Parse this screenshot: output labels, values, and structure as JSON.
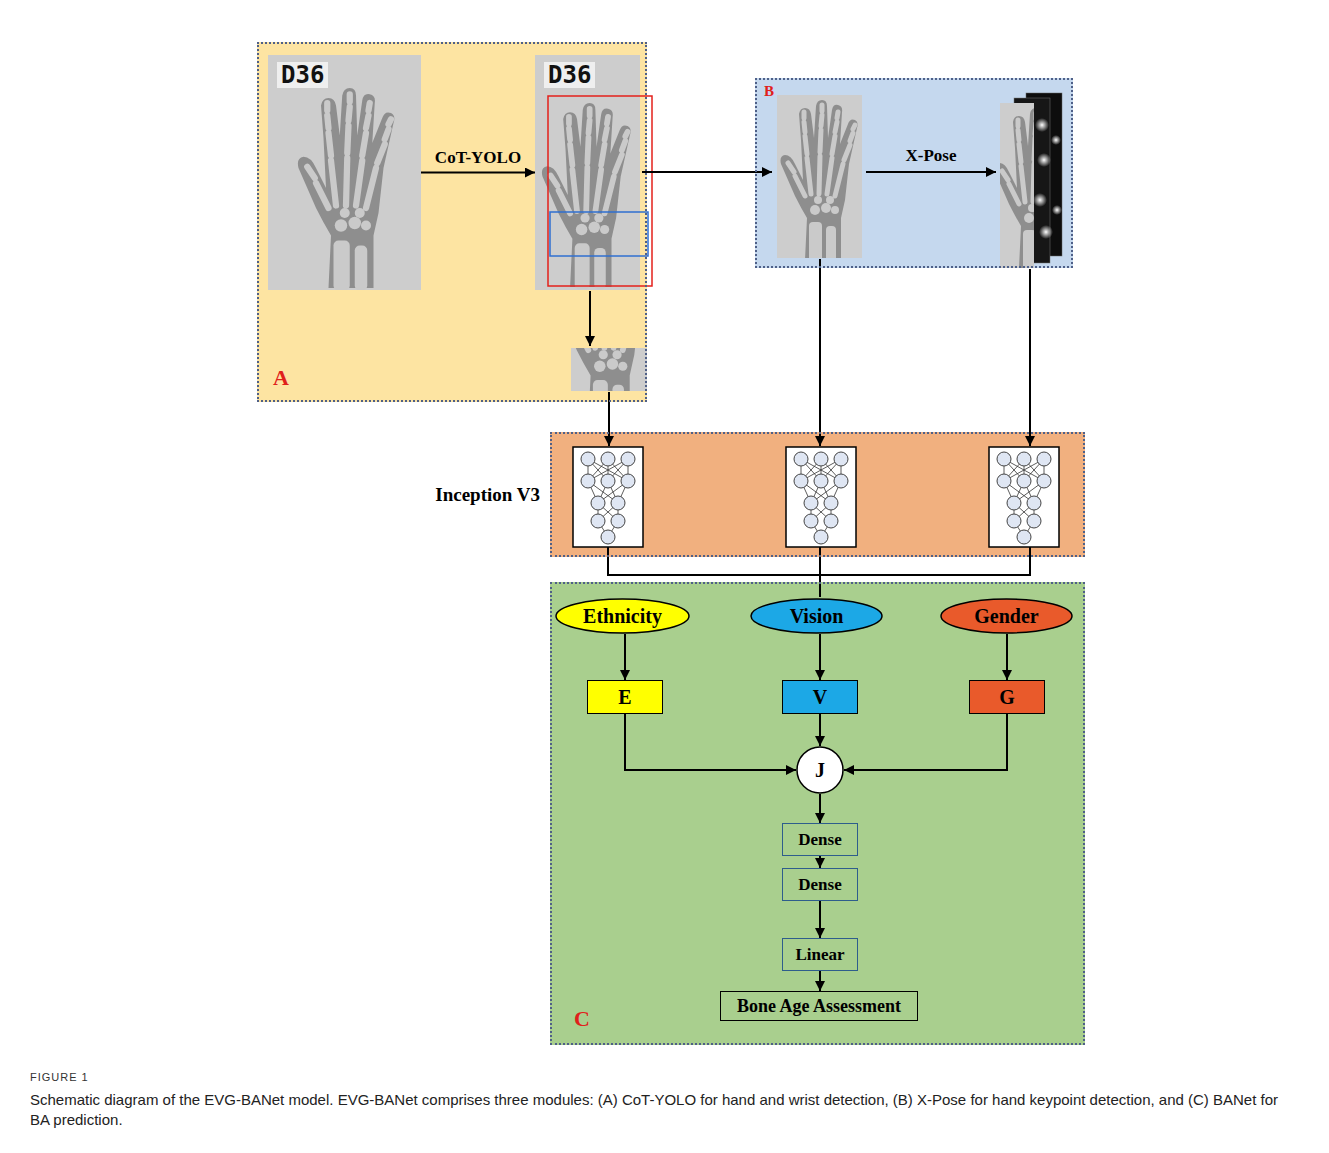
{
  "diagram": {
    "caption": "Schematic diagram of the EVG-BANet model. EVG-BANet comprises three modules: (A) CoT-YOLO for hand and wrist detection, (B) X-Pose for hand keypoint detection, and (C) BANet for BA prediction.",
    "nodes": [
      {
        "text": [
          "A"
        ]
      },
      {
        "text": [
          "D36"
        ],
        "in": 0
      },
      {
        "text": [
          "D36"
        ],
        "in": 0
      },
      {
        "text": [
          "B"
        ]
      },
      {
        "text": [
          "Inception V3"
        ]
      },
      {
        "text": [
          "C"
        ]
      },
      {
        "text": [
          "Ethnicity"
        ],
        "in": 5
      },
      {
        "text": [
          "Vision"
        ],
        "in": 5
      },
      {
        "text": [
          "Gender"
        ],
        "in": 5
      },
      {
        "text": [
          "E"
        ],
        "in": 5
      },
      {
        "text": [
          "V"
        ],
        "in": 5
      },
      {
        "text": [
          "G"
        ],
        "in": 5
      },
      {
        "text": [
          "J"
        ],
        "in": 5
      },
      {
        "text": [
          "Dense"
        ],
        "in": 5
      },
      {
        "text": [
          "Dense"
        ],
        "in": 5
      },
      {
        "text": [
          "Linear"
        ],
        "in": 5
      },
      {
        "text": [
          "Bone Age Assessment"
        ],
        "in": 5
      }
    ],
    "edges": [
      {
        "from": 1,
        "to": 2,
        "label": "CoT-YOLO",
        "arrow": "to"
      },
      {
        "from": 6,
        "to": 9,
        "arrow": "to"
      },
      {
        "from": 7,
        "to": 10,
        "arrow": "to"
      },
      {
        "from": 8,
        "to": 11,
        "arrow": "to"
      },
      {
        "from": 9,
        "to": 12,
        "arrow": "to"
      },
      {
        "from": 10,
        "to": 12,
        "arrow": "to"
      },
      {
        "from": 11,
        "to": 12,
        "arrow": "to"
      },
      {
        "from": 12,
        "to": 13,
        "arrow": "to"
      },
      {
        "from": 13,
        "to": 14,
        "arrow": "to"
      },
      {
        "from": 14,
        "to": 15,
        "arrow": "to"
      },
      {
        "from": 15,
        "to": 16,
        "arrow": "to"
      }
    ],
    "labels": [
      "X-Pose",
      "FIGURE 1"
    ]
  }
}
